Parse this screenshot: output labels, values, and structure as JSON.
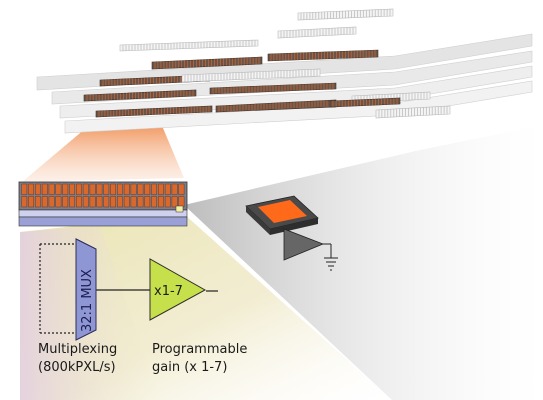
{
  "mux": {
    "text": "32:1 MUX"
  },
  "amplifier": {
    "text": "x1-7"
  },
  "captions": {
    "multiplexing_line1": "Multiplexing",
    "multiplexing_line2": "(800kPXL/s)",
    "gain_line1": "Programmable",
    "gain_line2": "gain (x 1-7)"
  },
  "colors": {
    "pixel_orange": "#d9682d",
    "mux_fill": "#8e96d4",
    "amp_fill": "#c5e04a",
    "zoom_orange": "#f08a4b",
    "detector_orange": "#ff6a1a",
    "module_grey": "#e6e6e6"
  }
}
